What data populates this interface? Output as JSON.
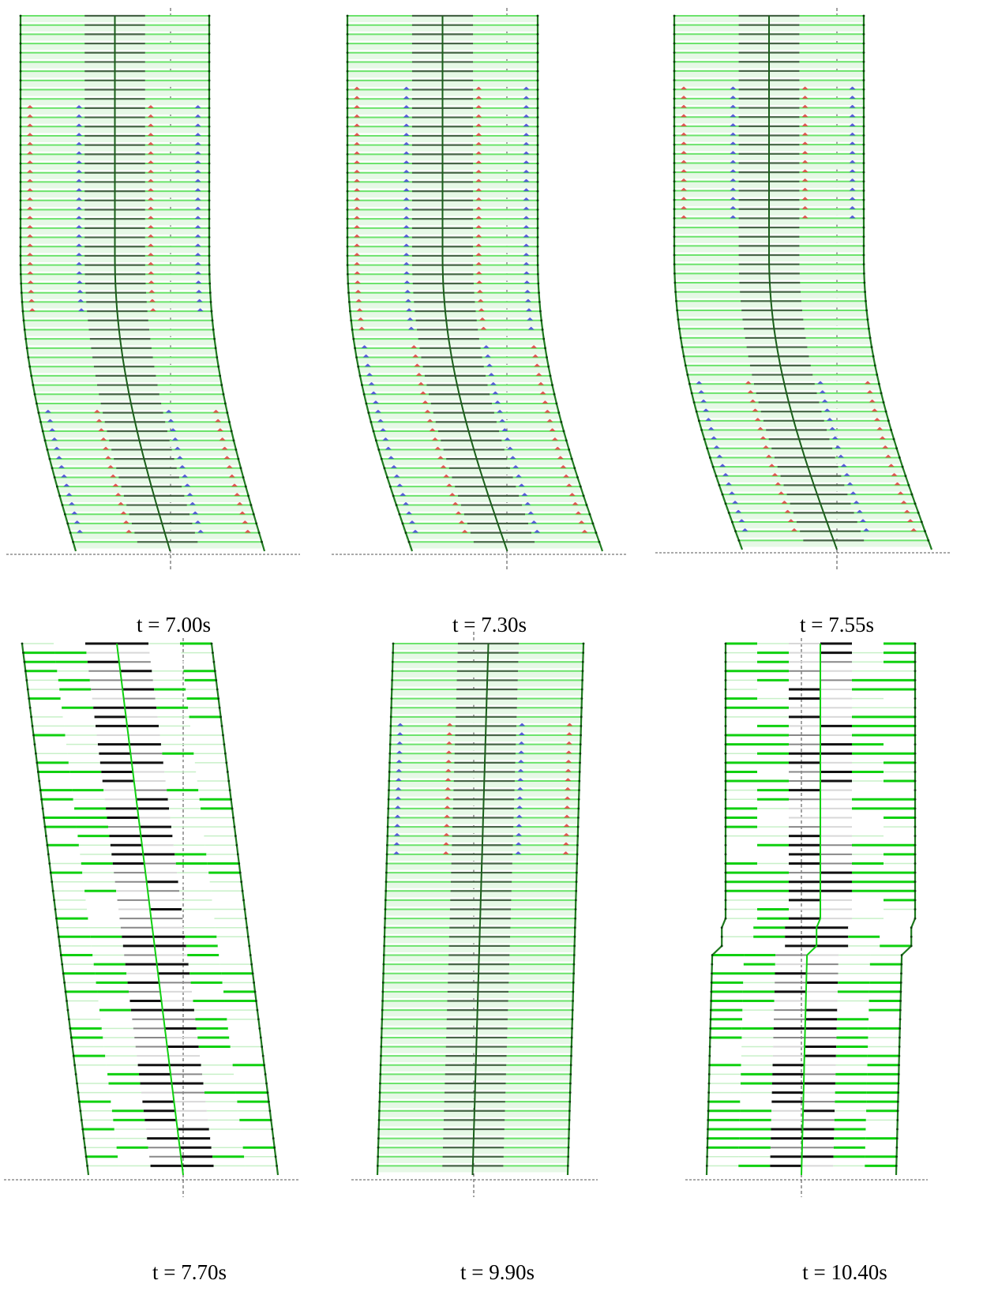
{
  "figure": {
    "panels": [
      {
        "caption": "t = 7.00s",
        "floors": 58,
        "deformation": "curve-left",
        "hinges": [
          {
            "from": 2,
            "to": 15,
            "side": "left"
          },
          {
            "from": 26,
            "to": 48,
            "side": "right"
          }
        ],
        "damage": "none"
      },
      {
        "caption": "t = 7.30s",
        "floors": 58,
        "deformation": "curve-left",
        "hinges": [
          {
            "from": 2,
            "to": 22,
            "side": "left"
          },
          {
            "from": 24,
            "to": 50,
            "side": "right"
          }
        ],
        "damage": "none"
      },
      {
        "caption": "t = 7.55s",
        "floors": 58,
        "deformation": "curve-left",
        "hinges": [
          {
            "from": 2,
            "to": 18,
            "side": "left"
          },
          {
            "from": 36,
            "to": 50,
            "side": "right"
          }
        ],
        "damage": "none"
      },
      {
        "caption": "t = 7.70s",
        "floors": 58,
        "deformation": "lean-left",
        "hinges": [],
        "damage": "heavy"
      },
      {
        "caption": "t = 9.90s",
        "floors": 58,
        "deformation": "slight-right",
        "hinges": [
          {
            "from": 35,
            "to": 49,
            "side": "left"
          }
        ],
        "damage": "none"
      },
      {
        "caption": "t = 10.40s",
        "floors": 58,
        "deformation": "staggered",
        "hinges": [],
        "damage": "moderate"
      }
    ],
    "colors": {
      "beam": "#6be36b",
      "beam_damaged": "#10d010",
      "column": "#1f7a1f",
      "core": "#3a3a3a",
      "hinge_a": "#3f3fd8",
      "hinge_b": "#e03a3a",
      "ground": "#777777",
      "axis": "#444444"
    }
  }
}
